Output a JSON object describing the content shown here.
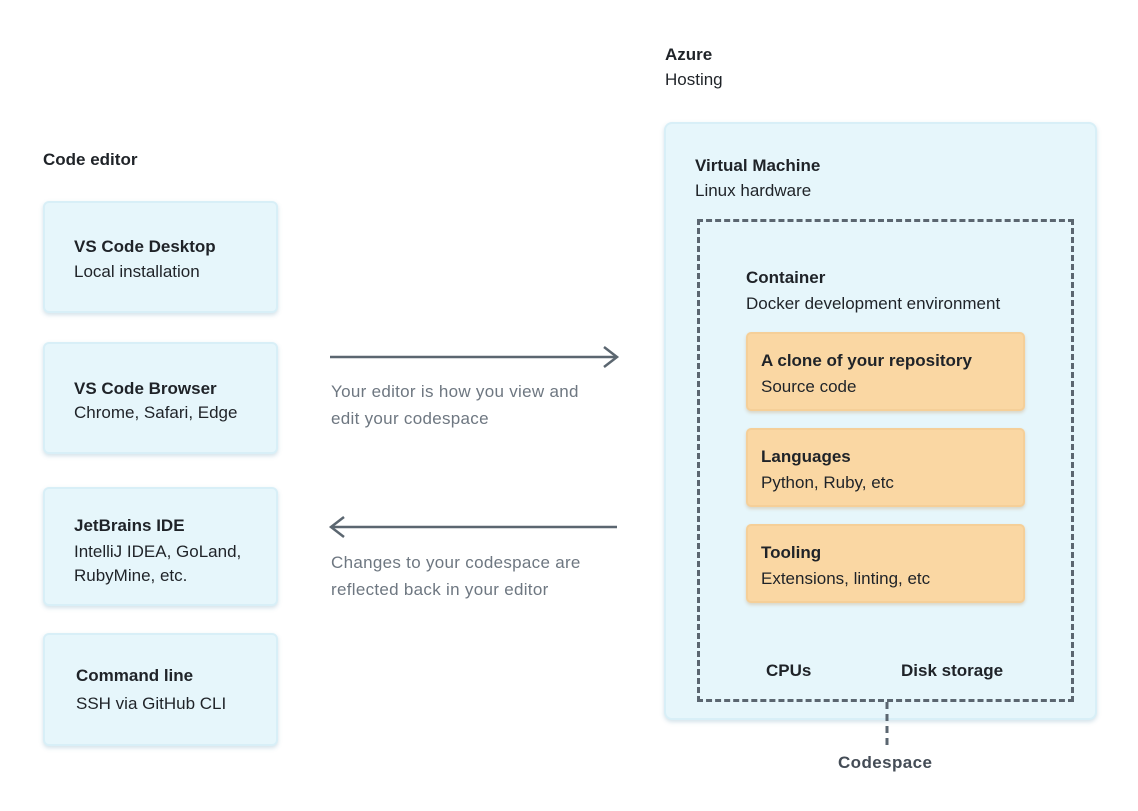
{
  "code_editor": {
    "title": "Code editor",
    "items": [
      {
        "title": "VS Code Desktop",
        "subtitle": "Local installation"
      },
      {
        "title": "VS Code Browser",
        "subtitle": "Chrome, Safari, Edge"
      },
      {
        "title": "JetBrains IDE",
        "subtitle_line1": "IntelliJ IDEA, GoLand,",
        "subtitle_line2": "RubyMine, etc."
      },
      {
        "title": "Command line",
        "subtitle": "SSH via GitHub CLI"
      }
    ]
  },
  "arrows": {
    "forward_caption_line1": "Your editor is how you view and",
    "forward_caption_line2": "edit your codespace",
    "back_caption_line1": "Changes to your codespace are",
    "back_caption_line2": "reflected back in your editor"
  },
  "azure": {
    "title": "Azure",
    "subtitle": "Hosting",
    "vm": {
      "title": "Virtual Machine",
      "subtitle": "Linux hardware"
    },
    "container": {
      "title": "Container",
      "subtitle": "Docker development environment",
      "items": [
        {
          "title": "A clone of your repository",
          "subtitle": "Source code"
        },
        {
          "title": "Languages",
          "subtitle": "Python, Ruby, etc"
        },
        {
          "title": "Tooling",
          "subtitle": "Extensions, linting, etc"
        }
      ]
    },
    "cpus": "CPUs",
    "disk": "Disk storage",
    "codespace_label": "Codespace"
  },
  "colors": {
    "card_blue": "#e6f6fb",
    "card_orange": "#fad7a3",
    "arrow": "#5b6670",
    "caption_text": "#6e7781"
  }
}
